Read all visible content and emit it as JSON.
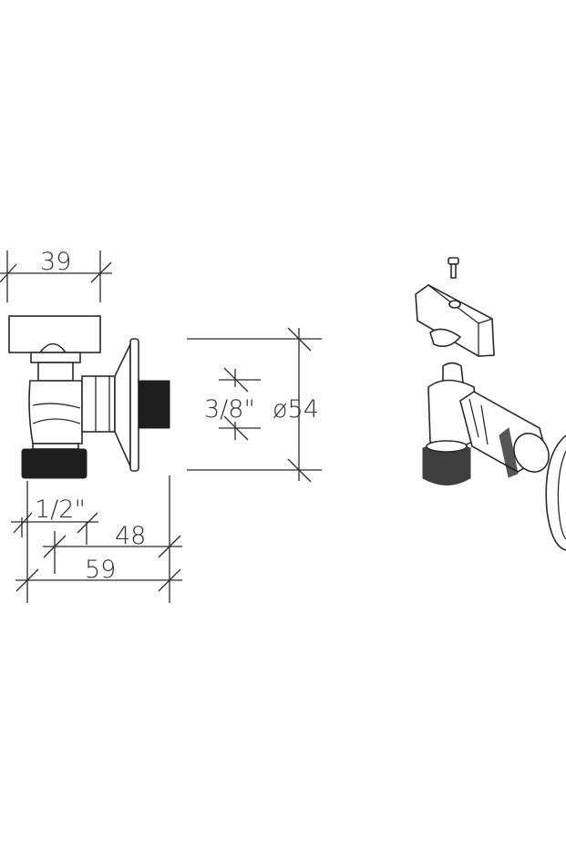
{
  "drawing": {
    "dimensions": {
      "handle_width": "39",
      "outlet_thread": "3/8\"",
      "flange_diameter": "ø54",
      "inlet_thread": "1/2\"",
      "depth_short": "48",
      "depth_total": "59"
    }
  }
}
